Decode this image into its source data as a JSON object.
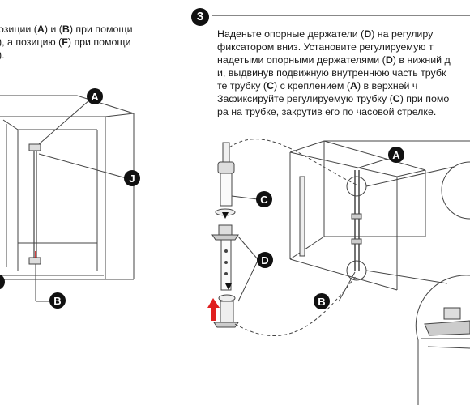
{
  "left_block": {
    "line1": [
      "озиции (",
      "A",
      ") и (",
      "B",
      ") при помощи"
    ],
    "line2": [
      "), а позицию (",
      "F",
      ") при помощи"
    ],
    "line3": ")."
  },
  "step": {
    "number": "3"
  },
  "right_block": {
    "line1": [
      "Наденьте опорные держатели (",
      "D",
      ") на регулиру"
    ],
    "line2": "фиксатором вниз. Установите регулируемую т",
    "line3": [
      "надетыми опорными держателями (",
      "D",
      ") в нижний д"
    ],
    "line4": "и, выдвинув подвижную внутреннюю часть трубк",
    "line5": [
      "те трубку (",
      "C",
      ") с креплением (",
      "A",
      ") в верхней ч"
    ],
    "line6": [
      "Зафиксируйте регулируемую трубку (",
      "C",
      ") при помо"
    ],
    "line7": "ра на трубке, закрутив его по часовой стрелке."
  },
  "labels": {
    "a1": "A",
    "j": "J",
    "b1": "B",
    "a2": "A",
    "c": "C",
    "d": "D",
    "b2": "B"
  },
  "colors": {
    "text": "#1a1a1a",
    "label_bg": "#111111",
    "arrow": "#e02020",
    "line": "#444444"
  },
  "icons": {
    "arrow_up": "red-up-arrow-icon",
    "arrow_head": "small-arrowhead-icon"
  }
}
